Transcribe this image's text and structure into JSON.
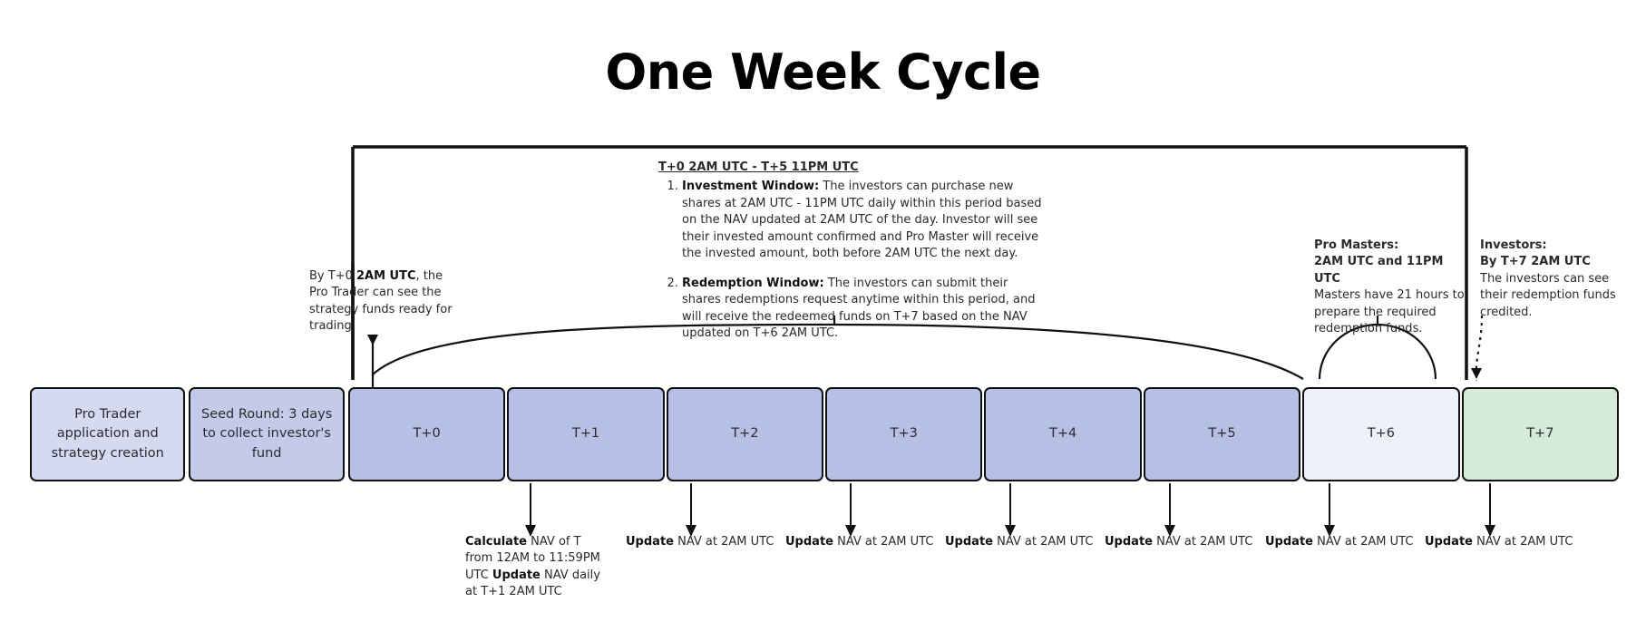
{
  "title": "One Week Cycle",
  "timeline": {
    "cells": [
      {
        "id": "pre",
        "label": "Pro Trader application and strategy creation",
        "color": "#d6daf0"
      },
      {
        "id": "seed",
        "label": "Seed Round: 3 days  to collect investor's fund",
        "color": "#c3cbe8"
      },
      {
        "id": "t0",
        "label": "T+0",
        "color": "#b7c0e4"
      },
      {
        "id": "t1",
        "label": "T+1",
        "color": "#b7c0e4"
      },
      {
        "id": "t2",
        "label": "T+2",
        "color": "#b7c0e4"
      },
      {
        "id": "t3",
        "label": "T+3",
        "color": "#b7c0e4"
      },
      {
        "id": "t4",
        "label": "T+4",
        "color": "#b7c0e4"
      },
      {
        "id": "t5",
        "label": "T+5",
        "color": "#b7c0e4"
      },
      {
        "id": "t6",
        "label": "T+6",
        "color": "#eef1fc"
      },
      {
        "id": "t7",
        "label": "T+7",
        "color": "#d4ecd7"
      }
    ]
  },
  "notes": {
    "left": {
      "prefix": "By T+0 ",
      "bold": "2AM UTC",
      "rest": ", the Pro Trader can see the strategy funds ready for trading"
    },
    "window": {
      "heading": "T+0 2AM UTC - T+5 11PM UTC",
      "items": [
        {
          "marker": "1.",
          "bold": "Investment Window:",
          "text": " The investors can purchase new shares at 2AM UTC - 11PM UTC daily within this period based on the NAV updated at 2AM UTC of the day. Investor will see their invested amount confirmed and Pro Master will receive the invested amount, both before 2AM UTC the next day."
        },
        {
          "marker": "2.",
          "bold": "Redemption Window:",
          "text": " The investors can submit their shares redemptions request anytime within this period, and will receive the redeemed funds on T+7 based on the NAV updated on T+6 2AM UTC."
        }
      ]
    },
    "pro_masters": {
      "line1": "Pro Masters:",
      "line2": "2AM UTC and 11PM UTC",
      "body": "Masters have 21 hours to prepare the required redemption funds."
    },
    "investors": {
      "line1": "Investors:",
      "line2": "By T+7 2AM UTC",
      "body": "The investors can see their redemption funds credited."
    }
  },
  "nav_notes": [
    {
      "bold1": "Calculate",
      "text1": " NAV of T from 12AM to 11:59PM UTC ",
      "bold2": "Update",
      "text2": " NAV daily at T+1 2AM UTC"
    },
    {
      "bold1": "Update",
      "text1": " NAV at 2AM UTC",
      "bold2": "",
      "text2": ""
    },
    {
      "bold1": "Update",
      "text1": " NAV at 2AM UTC",
      "bold2": "",
      "text2": ""
    },
    {
      "bold1": "Update",
      "text1": " NAV at 2AM UTC",
      "bold2": "",
      "text2": ""
    },
    {
      "bold1": "Update",
      "text1": " NAV at 2AM UTC",
      "bold2": "",
      "text2": ""
    },
    {
      "bold1": "Update",
      "text1": " NAV at 2AM UTC",
      "bold2": "",
      "text2": ""
    },
    {
      "bold1": "Update",
      "text1": " NAV at 2AM UTC",
      "bold2": "",
      "text2": ""
    }
  ],
  "colors": {
    "stroke": "#111111",
    "day_fill": "#b7c0e4",
    "pre_fill": "#d6daf0",
    "seed_fill": "#c3cbe8",
    "t6_fill": "#eef1fc",
    "t7_fill": "#d4ecd7"
  }
}
